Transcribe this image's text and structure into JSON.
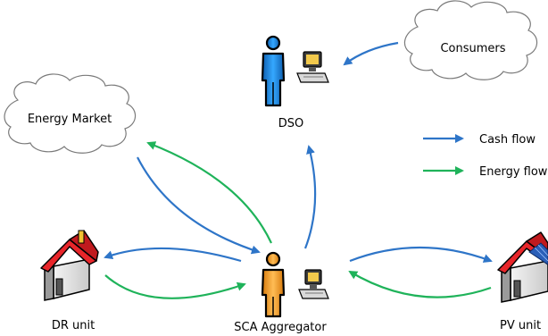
{
  "nodes": {
    "consumers": "Consumers",
    "energy_market": "Energy Market",
    "dso": "DSO",
    "dr_unit": "DR unit",
    "aggregator": "SCA Aggregator",
    "pv_unit": "PV unit"
  },
  "legend": {
    "cash_flow": "Cash flow",
    "energy_flow": "Energy flow"
  },
  "colors": {
    "cash_flow": "#2e75c8",
    "energy_flow": "#1fb35a",
    "dso_person": "#1e90e8",
    "aggregator_person": "#f5a02a",
    "house_roof": "#e8262a"
  },
  "icons": {
    "dso": "person-with-computer-icon",
    "aggregator": "person-with-computer-icon",
    "dr_unit": "house-icon",
    "pv_unit": "house-with-solar-panel-icon",
    "consumers": "cloud-shape",
    "energy_market": "cloud-shape"
  }
}
